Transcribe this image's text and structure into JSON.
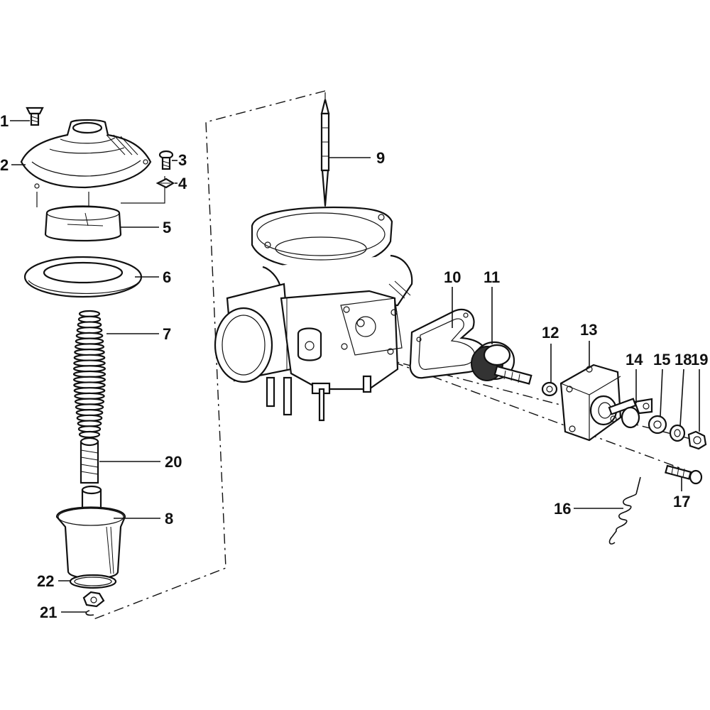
{
  "diagram": {
    "callouts": [
      {
        "id": "c1",
        "label": "1"
      },
      {
        "id": "c2",
        "label": "2"
      },
      {
        "id": "c3",
        "label": "3"
      },
      {
        "id": "c4",
        "label": "4"
      },
      {
        "id": "c5",
        "label": "5"
      },
      {
        "id": "c6",
        "label": "6"
      },
      {
        "id": "c7",
        "label": "7"
      },
      {
        "id": "c8",
        "label": "8"
      },
      {
        "id": "c9",
        "label": "9"
      },
      {
        "id": "c10",
        "label": "10"
      },
      {
        "id": "c11",
        "label": "11"
      },
      {
        "id": "c12",
        "label": "12"
      },
      {
        "id": "c13",
        "label": "13"
      },
      {
        "id": "c14",
        "label": "14"
      },
      {
        "id": "c15",
        "label": "15"
      },
      {
        "id": "c16",
        "label": "16"
      },
      {
        "id": "c17",
        "label": "17"
      },
      {
        "id": "c18",
        "label": "18"
      },
      {
        "id": "c19",
        "label": "19"
      },
      {
        "id": "c20",
        "label": "20"
      },
      {
        "id": "c21",
        "label": "21"
      },
      {
        "id": "c22",
        "label": "22"
      }
    ]
  }
}
